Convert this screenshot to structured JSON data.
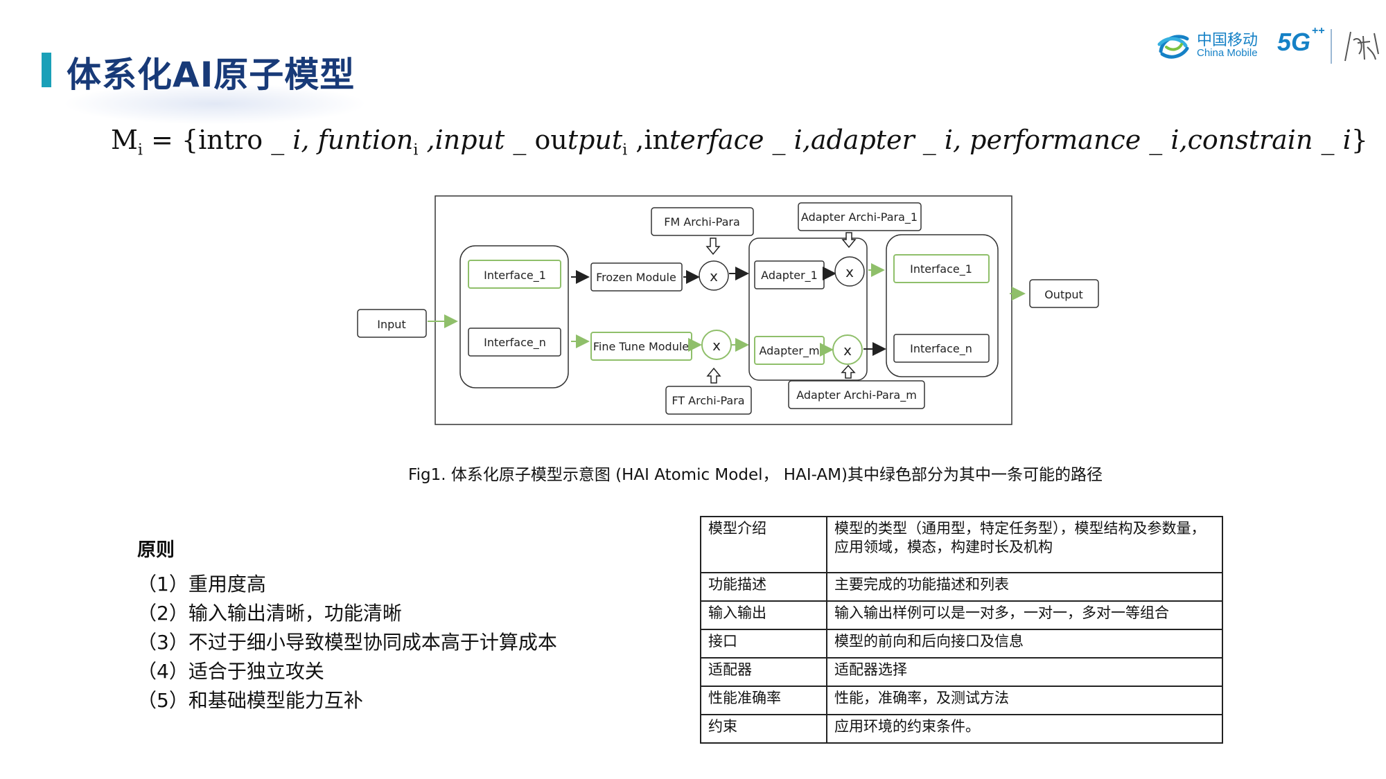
{
  "page": {
    "title": "体系化AI原子模型"
  },
  "logo": {
    "cn": "中国移动",
    "en": "China Mobile",
    "fiveg": "5G",
    "fiveg_sup": "++"
  },
  "formula": {
    "lhs": "M",
    "lhs_sub": "i",
    "eq": " = {",
    "p1": "intro",
    "p1b": " _ i, ",
    "p2": "funtion",
    "p2_sub": "i",
    "p3": " ,input",
    "p3b": " _ ",
    "p4": "ou",
    "p4b": "tput",
    "p4_sub": "i",
    "p5": " ,in",
    "p5b": "terface _ i,adapter _ i, performance _ i,constrain _ i",
    "close": "}"
  },
  "diagram": {
    "input": "Input",
    "output": "Output",
    "interface_1_left": "Interface_1",
    "interface_n_left": "Interface_n",
    "frozen_module": "Frozen Module",
    "fine_tune_module": "Fine Tune Module",
    "fm_archi_para": "FM Archi-Para",
    "ft_archi_para": "FT Archi-Para",
    "adapter_1": "Adapter_1",
    "adapter_m": "Adapter_m",
    "adapter_archi_para_1": "Adapter Archi-Para_1",
    "adapter_archi_para_m": "Adapter Archi-Para_m",
    "interface_1_right": "Interface_1",
    "interface_n_right": "Interface_n",
    "mult": "x",
    "colors": {
      "green": "#8fbf6a",
      "box_border": "#333333"
    }
  },
  "caption": "Fig1. 体系化原子模型示意图 (HAI Atomic Model， HAI-AM)其中绿色部分为其中一条可能的路径",
  "principles": {
    "heading": "原则",
    "items": [
      "（1）重用度高",
      "（2）输入输出清晰，功能清晰",
      "（3）不过于细小导致模型协同成本高于计算成本",
      "（4）适合于独立攻关",
      "（5）和基础模型能力互补"
    ]
  },
  "table": {
    "rows": [
      {
        "key": "模型介绍",
        "value": "模型的类型（通用型，特定任务型），模型结构及参数量， 应用领域，模态，构建时长及机构"
      },
      {
        "key": "功能描述",
        "value": "主要完成的功能描述和列表"
      },
      {
        "key": "输入输出",
        "value": "输入输出样例可以是一对多，一对一，多对一等组合"
      },
      {
        "key": "接口",
        "value": "模型的前向和后向接口及信息"
      },
      {
        "key": "适配器",
        "value": "适配器选择"
      },
      {
        "key": "性能准确率",
        "value": "性能，准确率，及测试方法"
      },
      {
        "key": "约束",
        "value": "应用环境的约束条件。"
      }
    ]
  }
}
